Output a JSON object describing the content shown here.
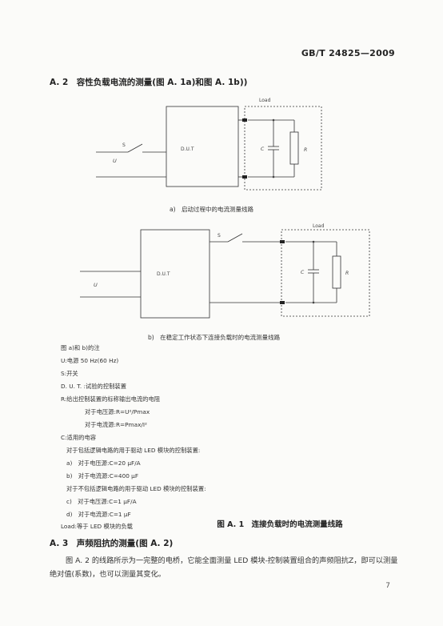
{
  "header": {
    "standard": "GB/T 24825—2009"
  },
  "section_a2": {
    "title": "A. 2　容性负载电流的测量(图 A. 1a)和图 A. 1b))"
  },
  "diagram_a": {
    "load": "Load",
    "s": "S",
    "u": "U",
    "dut": "D.U.T",
    "c": "C",
    "r": "R",
    "caption": "a)　启动过程中的电流测量线路"
  },
  "diagram_b": {
    "load": "Load",
    "s": "S",
    "u": "U",
    "dut": "D.U.T",
    "c": "C",
    "r": "R",
    "caption": "b)　在稳定工作状态下连接负载时的电流测量线路"
  },
  "notes": [
    "图 a)和 b)的注",
    "U:电源 50 Hz(60 Hz)",
    "S:开关",
    "D. U. T. :试验的控制装置",
    "R:给出控制装置的标称输出电流的电阻",
    "对于电压源:R=U²/Pmax",
    "对于电流源:R=Pmax/I²",
    "C:适用的电容",
    "对于包括逻辑电路的用于驱动 LED 模块的控制装置:",
    "a)　对于电压源:C=20 μF/A",
    "b)　对于电流源:C=400 μF",
    "对于不包括逻辑电路的用于驱动 LED 模块的控制装置:",
    "c)　对于电压源:C=1 μF/A",
    "d)　对于电流源:C=1 μF",
    "Load:等于 LED 模块的负载"
  ],
  "figure_title": "图 A. 1　连接负载时的电流测量线路",
  "section_a3": {
    "title": "A. 3　声频阻抗的测量(图 A. 2)",
    "paragraph": "图 A. 2 的线路所示为一完整的电桥，它能全面测量 LED 模块-控制装置组合的声频阻抗Z，即可以测量绝对值(系数)，也可以测量其变化。"
  },
  "page_number": "7"
}
